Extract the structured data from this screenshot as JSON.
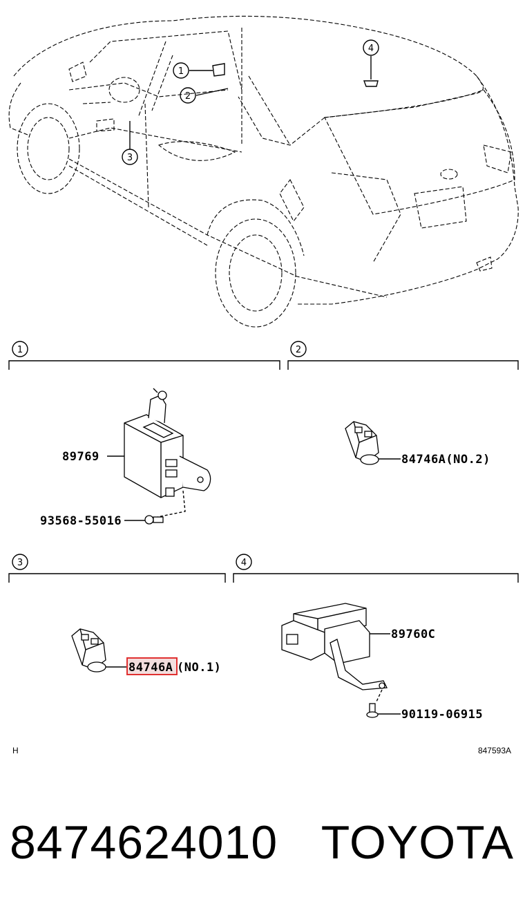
{
  "callouts": [
    "1",
    "2",
    "3",
    "4"
  ],
  "labels": {
    "part_89769": "89769",
    "part_93568": "93568-55016",
    "part_84746a_no2": "84746A(NO.2)",
    "part_84746a_no1_code": "84746A",
    "part_84746a_no1_suffix": "(NO.1)",
    "part_89760c": "89760C",
    "part_90119": "90119-06915"
  },
  "footer_left_mark": "H",
  "diagram_code": "847593A",
  "part_number": "8474624010",
  "brand": "TOYOTA",
  "highlight_color": "#e03030"
}
